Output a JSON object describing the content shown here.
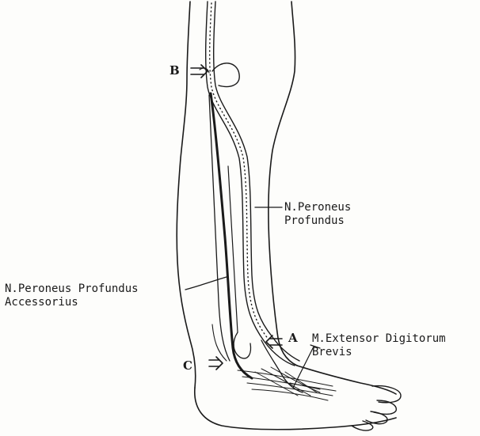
{
  "figure": {
    "markers": {
      "a": "A",
      "b": "B",
      "c": "C"
    },
    "labels": {
      "peroneus_profundus": [
        "N.Peroneus",
        "Profundus"
      ],
      "peroneus_accessorius": [
        "N.Peroneus Profundus",
        "Accessorius"
      ],
      "extensor": [
        "M.Extensor Digitorum",
        "Brevis"
      ]
    },
    "colors": {
      "ink": "#1a1a1a",
      "paper": "#fdfdfb"
    }
  }
}
